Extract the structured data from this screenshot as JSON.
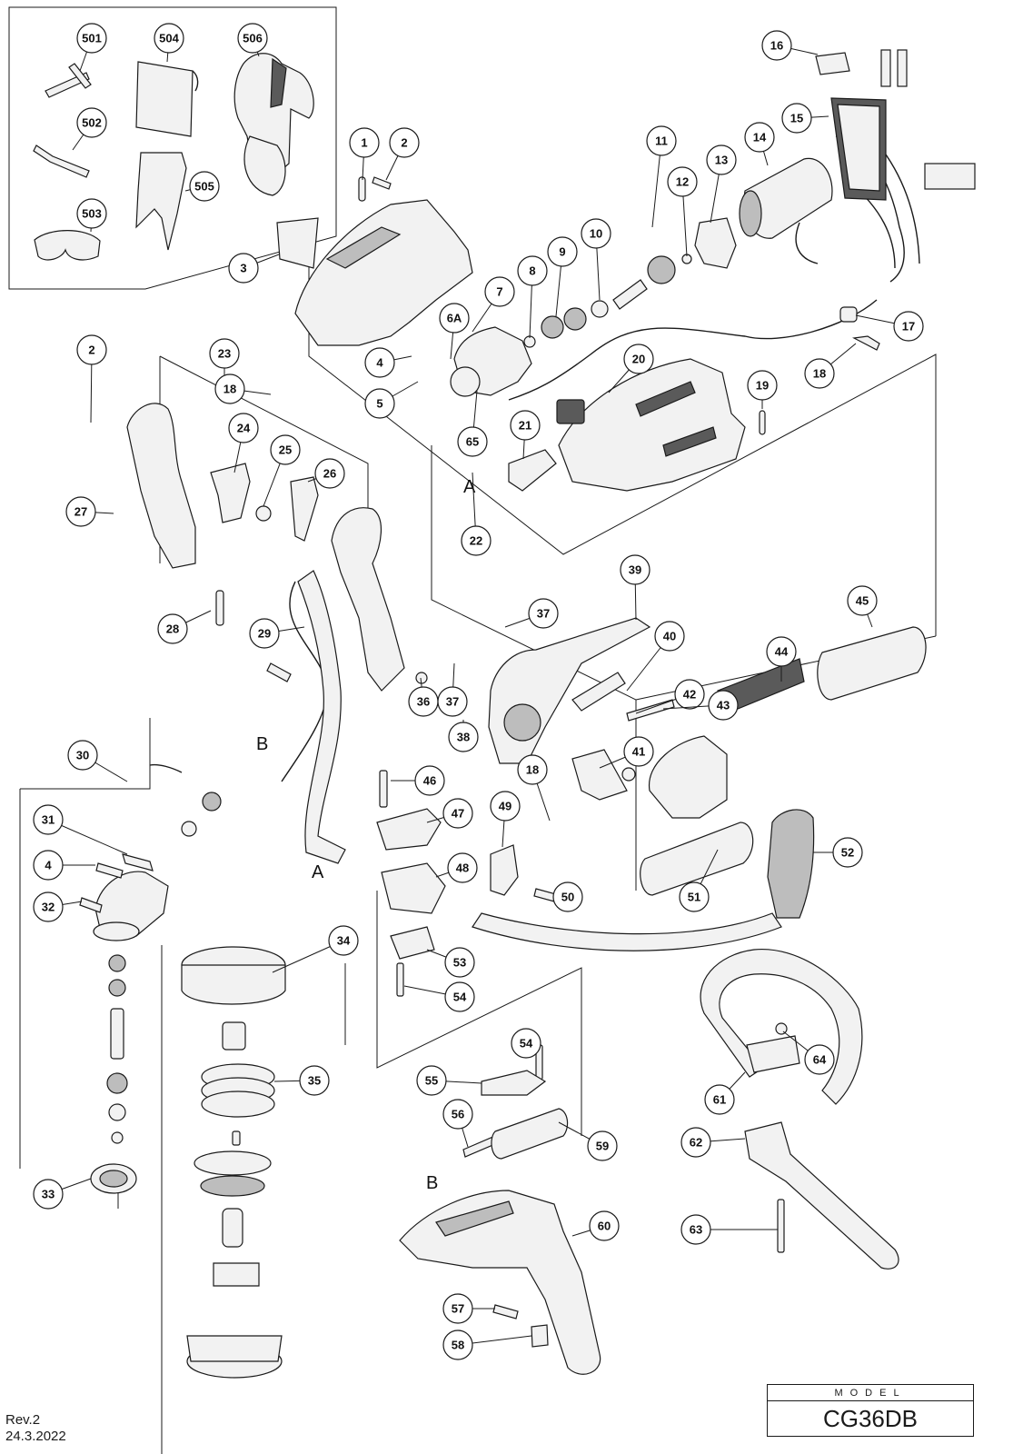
{
  "parts": [
    "501",
    "504",
    "506",
    "502",
    "505",
    "503",
    "1",
    "2",
    "3",
    "4",
    "5",
    "6A",
    "7",
    "8",
    "9",
    "10",
    "11",
    "12",
    "13",
    "14",
    "15",
    "16",
    "17",
    "18",
    "19",
    "20",
    "21",
    "22",
    "23",
    "24",
    "25",
    "26",
    "27",
    "28",
    "29",
    "30",
    "31",
    "32",
    "33",
    "34",
    "35",
    "36",
    "37",
    "38",
    "39",
    "40",
    "41",
    "42",
    "43",
    "44",
    "45",
    "46",
    "47",
    "48",
    "49",
    "50",
    "51",
    "52",
    "53",
    "54",
    "55",
    "56",
    "57",
    "58",
    "59",
    "60",
    "61",
    "62",
    "63",
    "64",
    "65"
  ],
  "section_letters": [
    "A",
    "A",
    "B",
    "B"
  ],
  "model_box": {
    "label": "MODEL",
    "name": "CG36DB"
  },
  "revision": {
    "rev": "Rev.2",
    "date": "24.3.2022"
  }
}
